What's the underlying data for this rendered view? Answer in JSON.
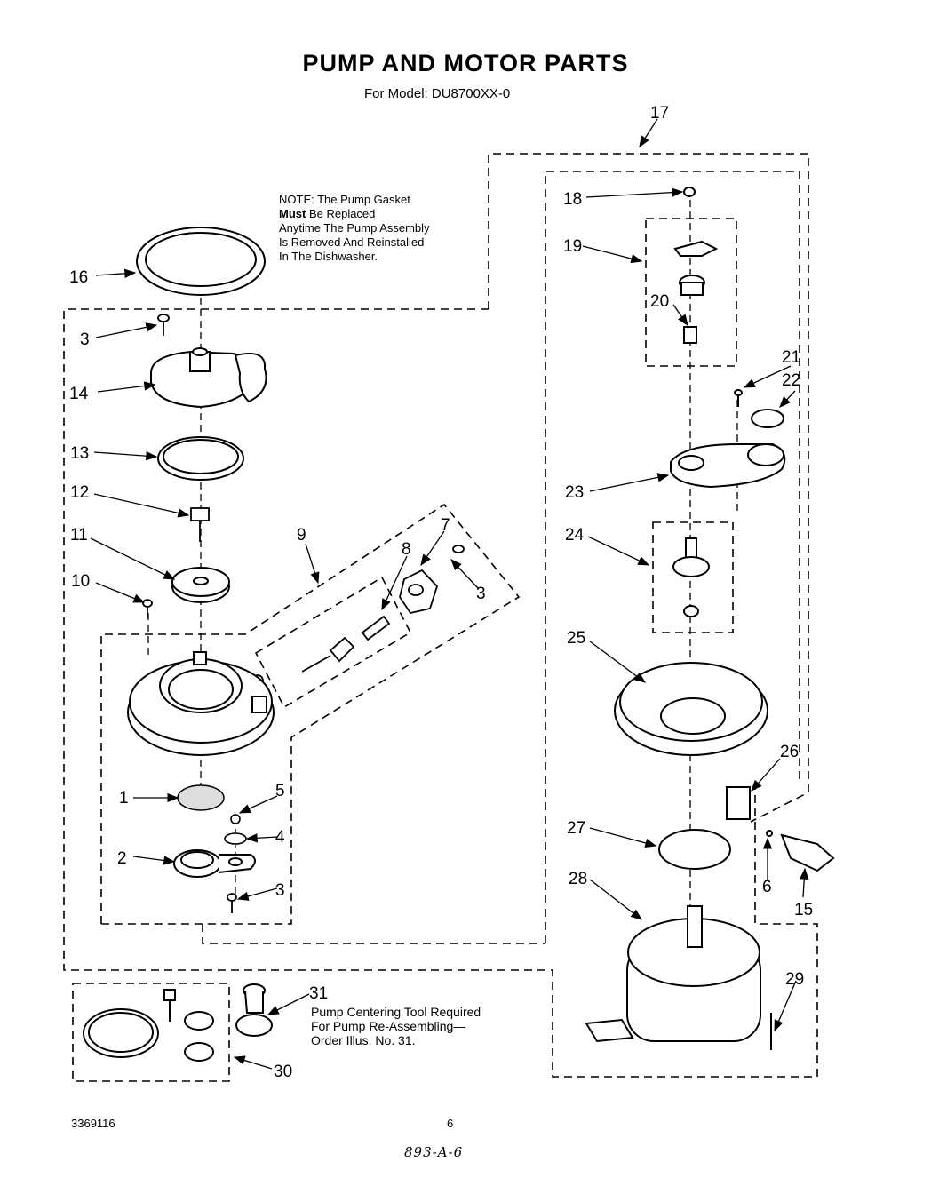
{
  "header": {
    "title": "PUMP AND MOTOR PARTS",
    "model": "For Model: DU8700XX-0"
  },
  "note": {
    "line1": "NOTE: The Pump Gasket",
    "line2_bold": "Must",
    "line2_rest": " Be Replaced",
    "line3": "Anytime The Pump Assembly",
    "line4": "Is Removed And Reinstalled",
    "line5": "In The Dishwasher."
  },
  "tool_note": {
    "line1": "Pump Centering Tool Required",
    "line2": "For Pump Re-Assembling—",
    "line3": "Order Illus. No. 31."
  },
  "callouts": [
    "16",
    "3",
    "14",
    "13",
    "12",
    "11",
    "10",
    "9",
    "8",
    "7",
    "3",
    "1",
    "5",
    "4",
    "2",
    "3",
    "17",
    "18",
    "19",
    "20",
    "21",
    "22",
    "23",
    "24",
    "25",
    "26",
    "27",
    "6",
    "15",
    "28",
    "29",
    "30",
    "31"
  ],
  "footer": {
    "doc_number": "3369116",
    "page": "6",
    "handwritten": "893-A-6"
  }
}
